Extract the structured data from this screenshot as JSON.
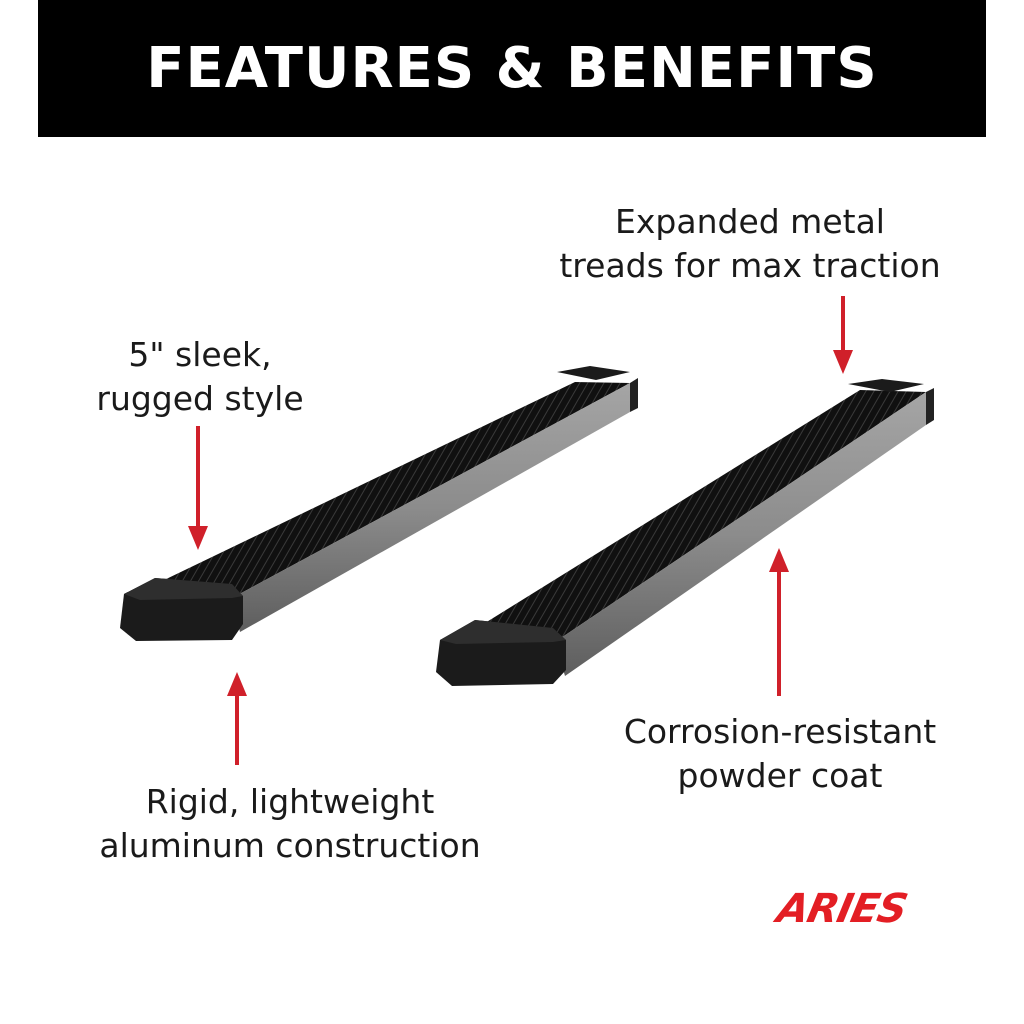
{
  "banner": {
    "title": "FEATURES & BENEFITS"
  },
  "callouts": {
    "top_left": [
      "5\" sleek,",
      "rugged style"
    ],
    "top_right": [
      "Expanded metal",
      "treads for max traction"
    ],
    "bottom_left": [
      "Rigid, lightweight",
      "aluminum construction"
    ],
    "bottom_right": [
      "Corrosion-resistant",
      "powder coat"
    ]
  },
  "brand": {
    "logo_text": "ARIES"
  },
  "colors": {
    "banner_bg": "#000000",
    "arrow": "#d0202a",
    "brand": "#e31e24",
    "rail_body": "#8a8a8a",
    "tread": "#111111",
    "end_cap": "#1b1b1b"
  }
}
